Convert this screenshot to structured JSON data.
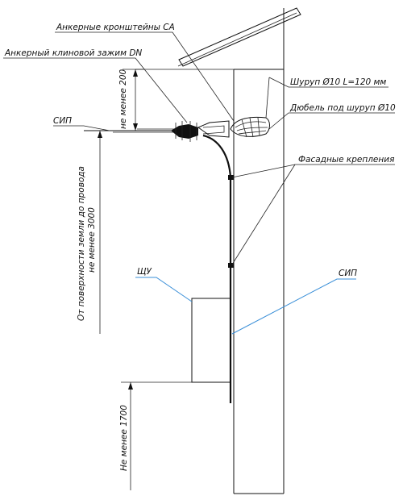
{
  "labels": {
    "anchor_brackets": "Анкерные кронштейны СА",
    "anchor_clamp": "Анкерный клиновой зажим DN",
    "screw": "Шуруп Ø10 L=120 мм",
    "dowel": "Дюбель под шуруп Ø10",
    "sip_left": "СИП",
    "facade_mounts": "Фасадные крепления",
    "panel": "ЩУ",
    "sip_right": "СИП"
  },
  "dimensions": {
    "not_less_200": "не менее 200",
    "from_ground_line1": "От поверхности земли до провода",
    "from_ground_line2": "не менее 3000",
    "not_less_1700": "Не менее 1700"
  },
  "colors": {
    "leader_blue": "#3a8fd8",
    "line": "#111111"
  }
}
